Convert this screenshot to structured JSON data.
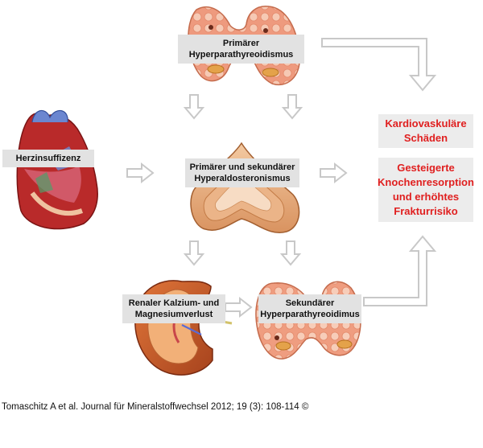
{
  "diagram": {
    "nodes": {
      "primary_hpt": "Primärer\nHyperparathyreoidismus",
      "heart_failure": "Herzinsuffizenz",
      "hyperaldo": "Primärer und sekundärer\nHyperaldosteronismus",
      "renal_loss": "Renaler Kalzium- und\nMagnesiumverlust",
      "secondary_hpt": "Sekundärer\nHyperparathyreoidimus"
    },
    "outcomes": {
      "cardio": "Kardiovaskuläre\nSchäden",
      "bone": "Gesteigerte\nKnochenresorption\nund erhöhtes\nFrakturrisiko"
    },
    "icons": [
      "thyroid-gland-icon",
      "heart-icon",
      "adrenal-gland-icon",
      "kidney-icon"
    ],
    "colors": {
      "outcome_text": "#e02020",
      "label_bg": "#e2e2e2",
      "arrow": "#c8c8c8"
    }
  },
  "footer": {
    "citation": "Tomaschitz A et al. Journal für Mineralstoffwechsel 2012; 19 (3): 108-114 ©"
  }
}
